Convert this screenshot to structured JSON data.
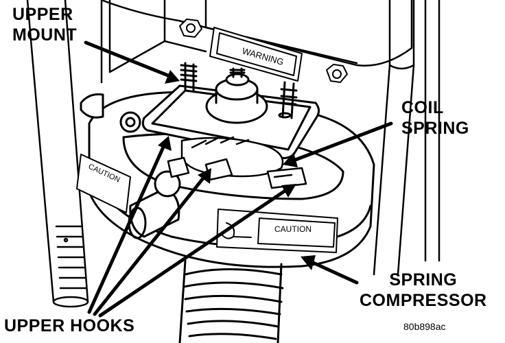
{
  "labels": {
    "upper_mount": [
      "UPPER",
      "MOUNT"
    ],
    "coil_spring": [
      "COIL",
      "SPRING"
    ],
    "spring_compressor": [
      "SPRING",
      "COMPRESSOR"
    ],
    "upper_hooks": "UPPER HOOKS"
  },
  "decals": {
    "warning": "WARNING",
    "caution_left": "CAUTION",
    "caution_right": "CAUTION"
  },
  "figure_ref": "80b898ac"
}
